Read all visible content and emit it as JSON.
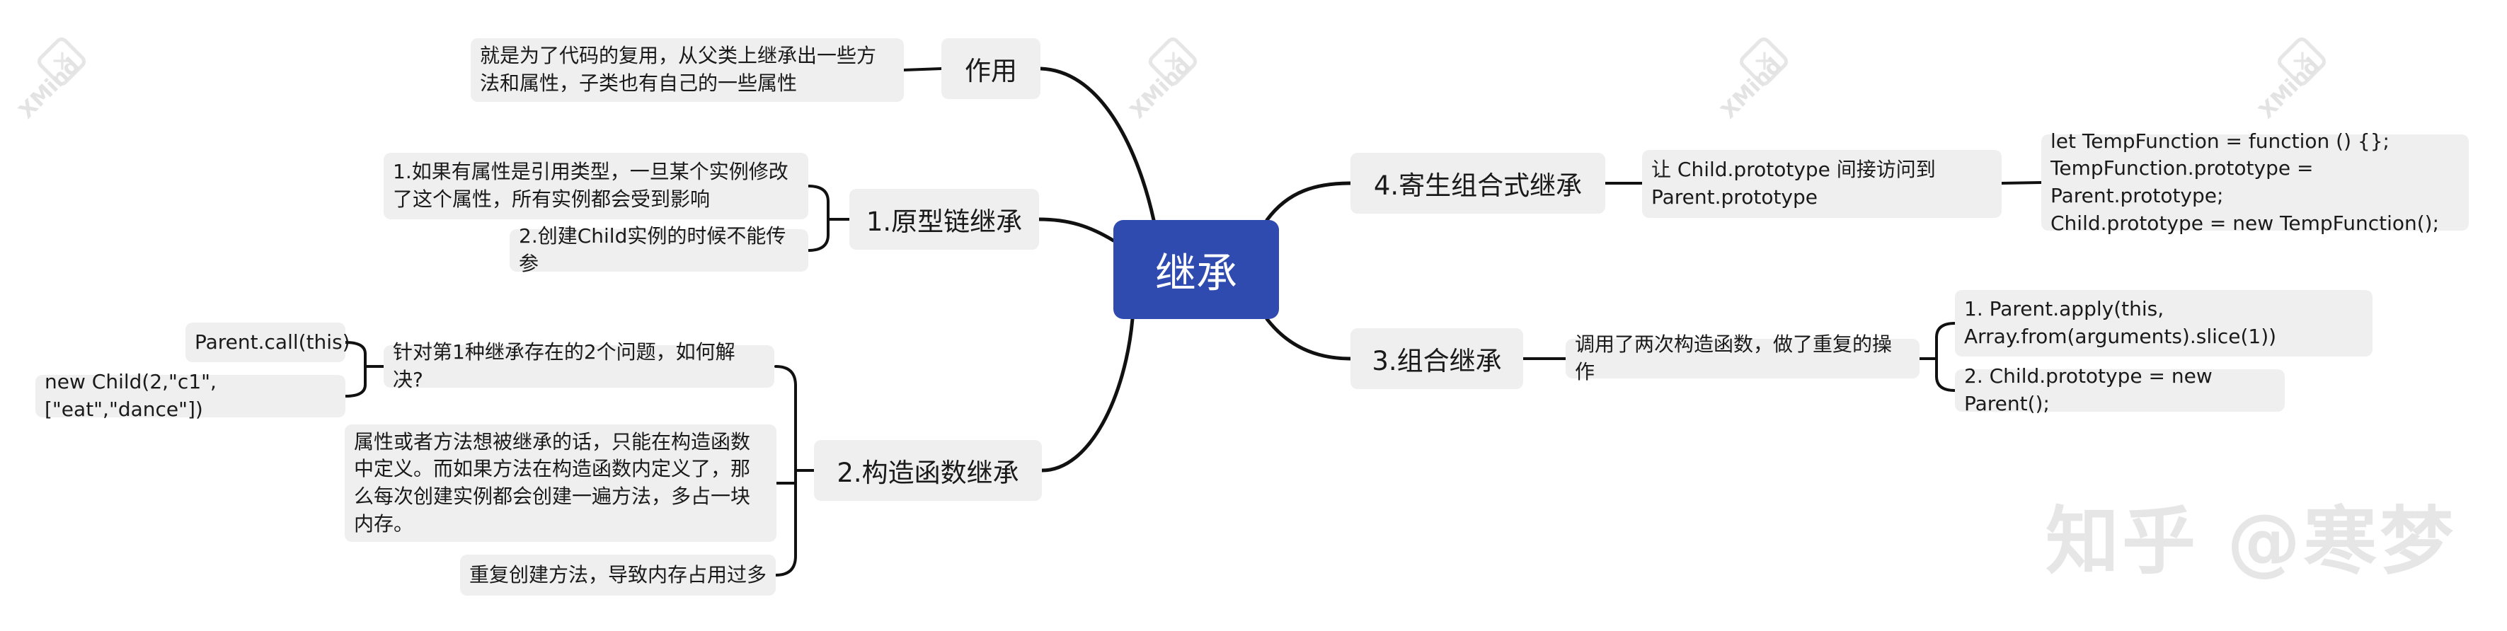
{
  "center": {
    "label": "继承"
  },
  "branches": {
    "role": {
      "label": "作用",
      "note": "就是为了代码的复用，从父类上继承出一些方法和属性，子类也有自己的一些属性"
    },
    "prototype_chain": {
      "label": "1.原型链继承",
      "issues": [
        "1.如果有属性是引用类型，一旦某个实例修改了这个属性，所有实例都会受到影响",
        "2.创建Child实例的时候不能传参"
      ]
    },
    "constructor": {
      "label": "2.构造函数继承",
      "question": "针对第1种继承存在的2个问题，如何解决?",
      "answers": [
        "Parent.call(this)",
        "new Child(2,\"c1\",[\"eat\",\"dance\"])"
      ],
      "issues": [
        "属性或者方法想被继承的话，只能在构造函数中定义。而如果方法在构造函数内定义了，那么每次创建实例都会创建一遍方法，多占一块内存。",
        "重复创建方法，导致内存占用过多"
      ]
    },
    "combination": {
      "label": "3.组合继承",
      "note": "调用了两次构造函数，做了重复的操作",
      "steps": [
        "1. Parent.apply(this, Array.from(arguments).slice(1))",
        "2. Child.prototype = new Parent();"
      ]
    },
    "parasitic": {
      "label": "4.寄生组合式继承",
      "note": "让 Child.prototype 间接访问到 Parent.prototype",
      "code": "let TempFunction = function () {};\nTempFunction.prototype = Parent.prototype;\nChild.prototype = new TempFunction();"
    }
  },
  "watermarks": {
    "xmind": "XMind",
    "zhihu": "知乎 @寒梦"
  },
  "colors": {
    "center": "#2f4bb0",
    "node": "#efefef",
    "line": "#111111"
  }
}
